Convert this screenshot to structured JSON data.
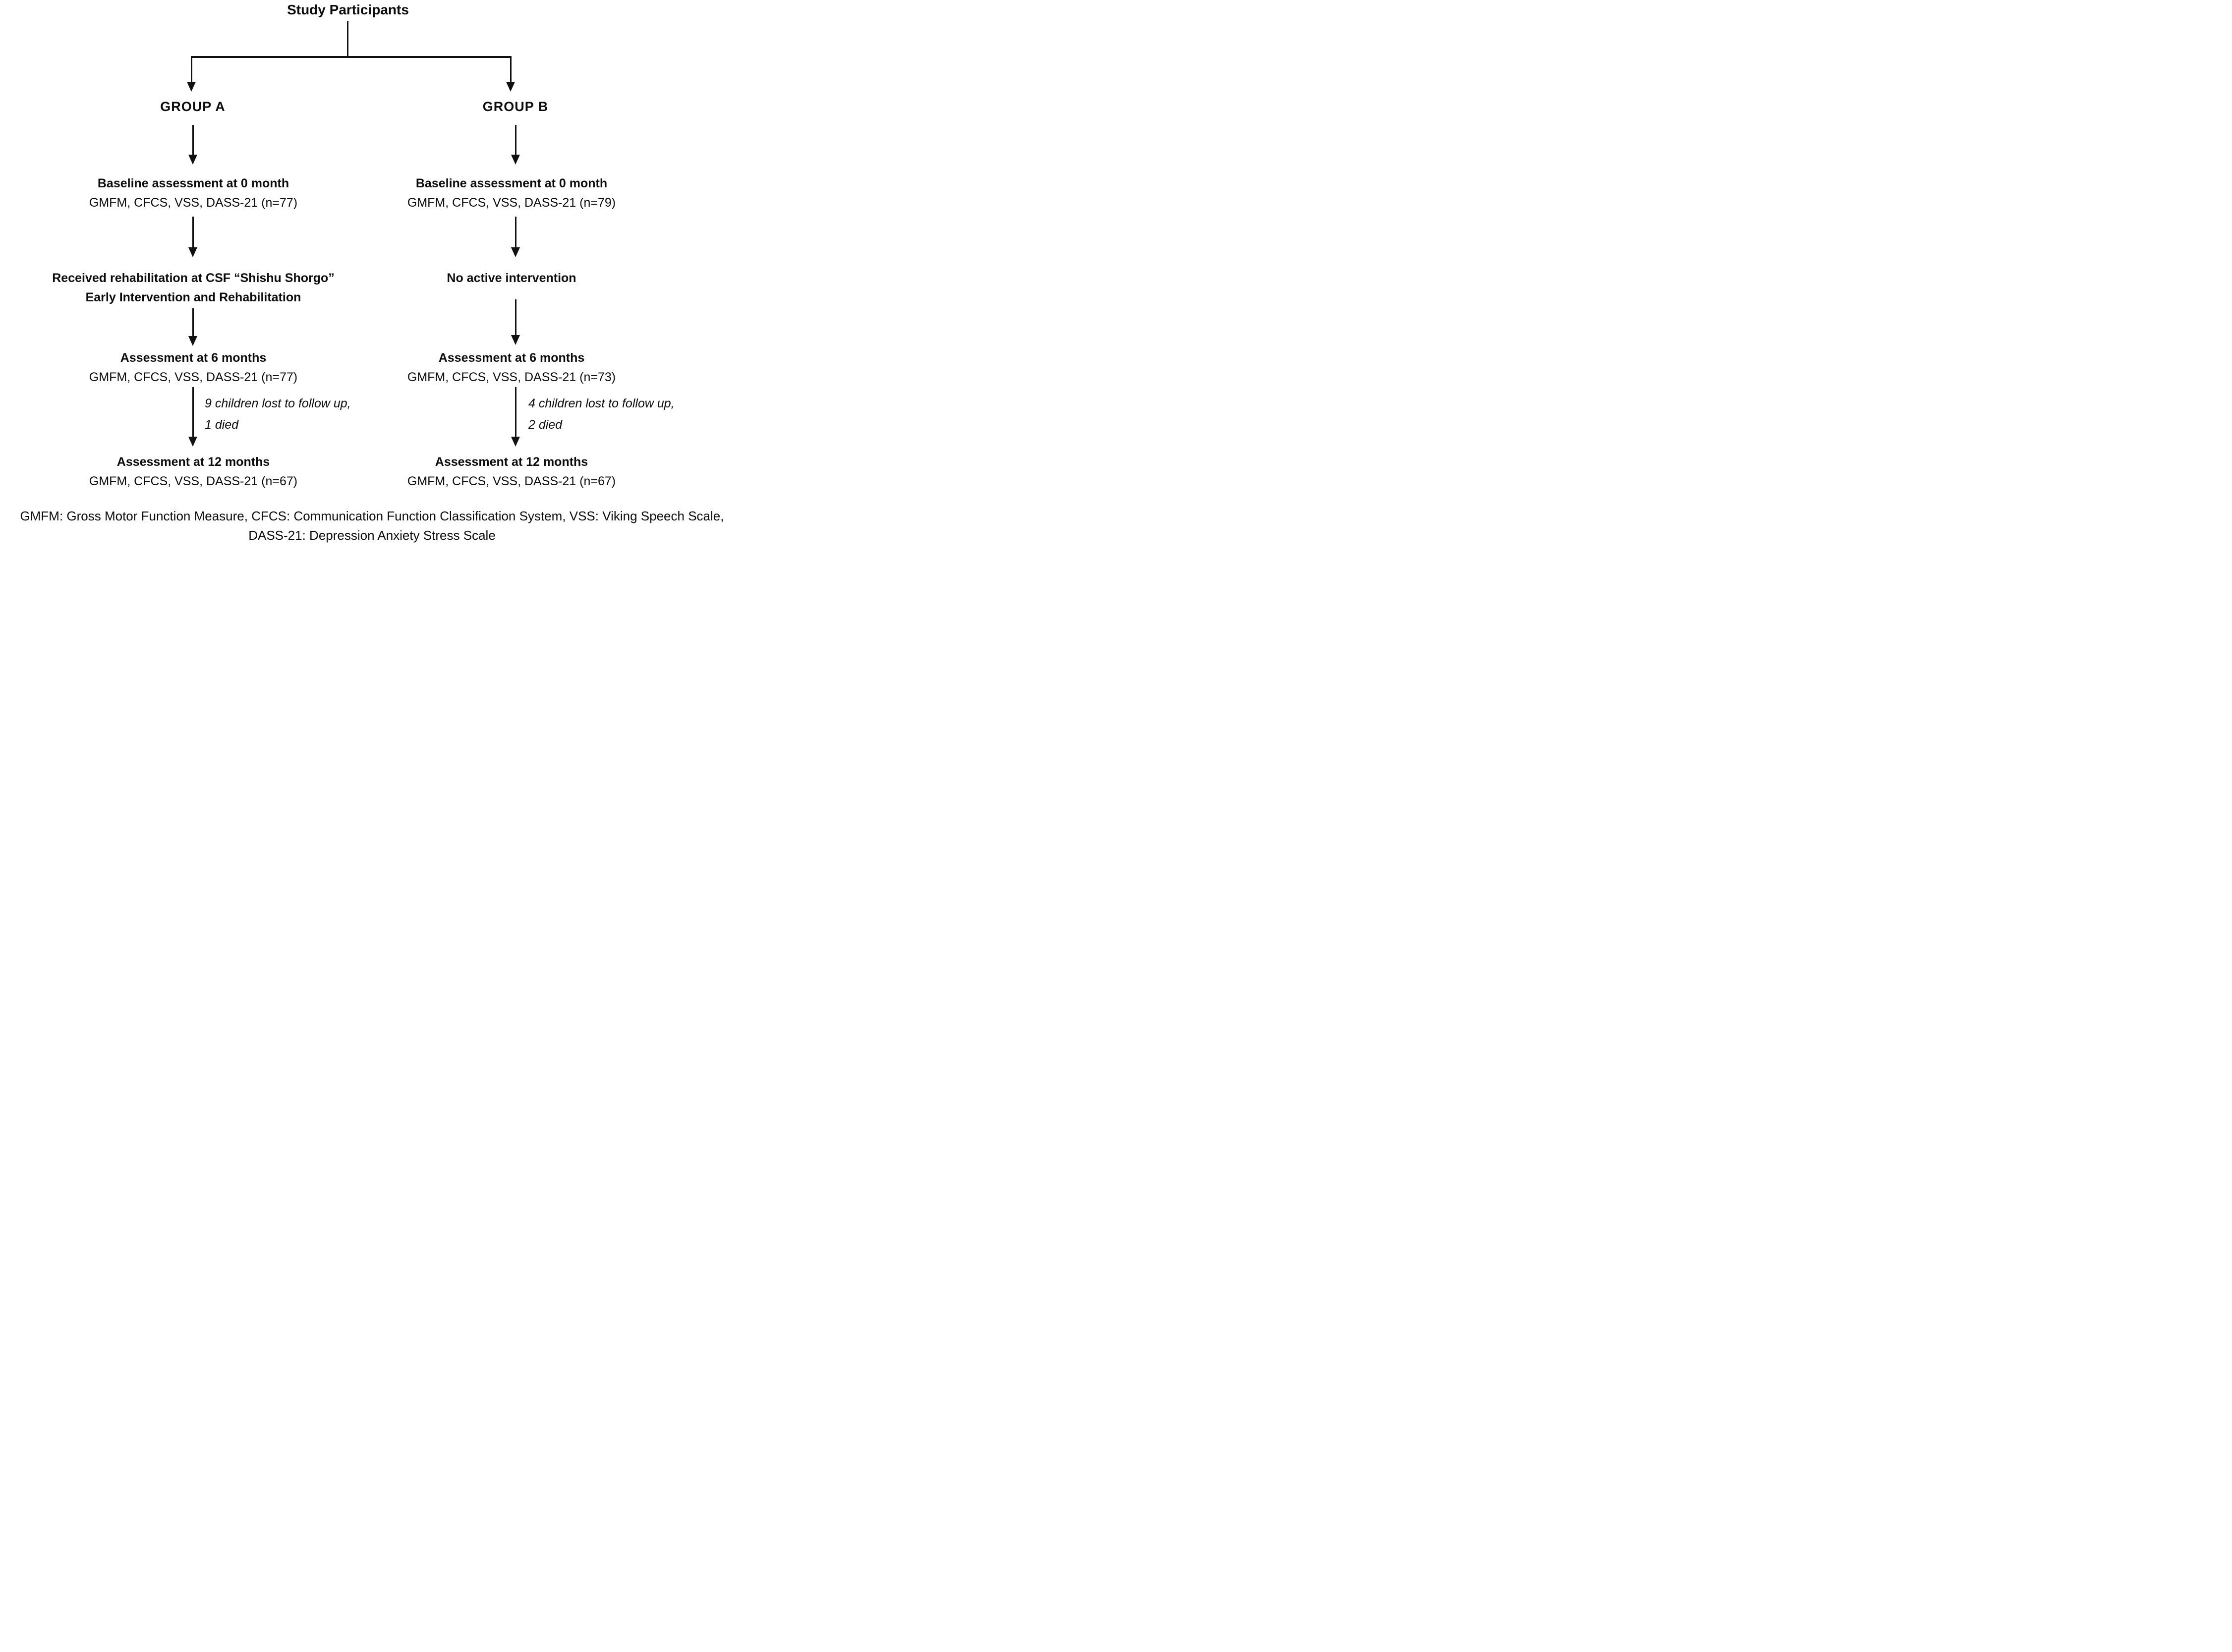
{
  "title": "Study Participants",
  "group_a": {
    "label": "GROUP A",
    "baseline_heading": "Baseline assessment at 0 month",
    "baseline_detail": "GMFM, CFCS, VSS, DASS-21 (n=77)",
    "intervention_line1": "Received rehabilitation at CSF “Shishu Shorgo”",
    "intervention_line2": "Early Intervention and Rehabilitation",
    "six_month_heading": "Assessment at 6 months",
    "six_month_detail": "GMFM, CFCS, VSS, DASS-21 (n=77)",
    "attrition_line1": "9 children lost to follow up,",
    "attrition_line2": "1 died",
    "twelve_month_heading": "Assessment at 12 months",
    "twelve_month_detail": "GMFM, CFCS, VSS, DASS-21 (n=67)"
  },
  "group_b": {
    "label": "GROUP B",
    "baseline_heading": "Baseline assessment at 0 month",
    "baseline_detail": "GMFM, CFCS, VSS, DASS-21 (n=79)",
    "intervention_line1": "No active intervention",
    "six_month_heading": "Assessment at 6 months",
    "six_month_detail": "GMFM, CFCS, VSS, DASS-21 (n=73)",
    "attrition_line1": "4 children lost to follow up,",
    "attrition_line2": "2 died",
    "twelve_month_heading": "Assessment at 12 months",
    "twelve_month_detail": "GMFM, CFCS, VSS, DASS-21 (n=67)"
  },
  "footnote_line1": "GMFM: Gross Motor Function Measure, CFCS: Communication Function Classification System, VSS: Viking Speech Scale,",
  "footnote_line2": "DASS-21: Depression Anxiety Stress Scale",
  "colors": {
    "text": "#0c0c0c",
    "line": "#111111",
    "background": "#ffffff"
  }
}
